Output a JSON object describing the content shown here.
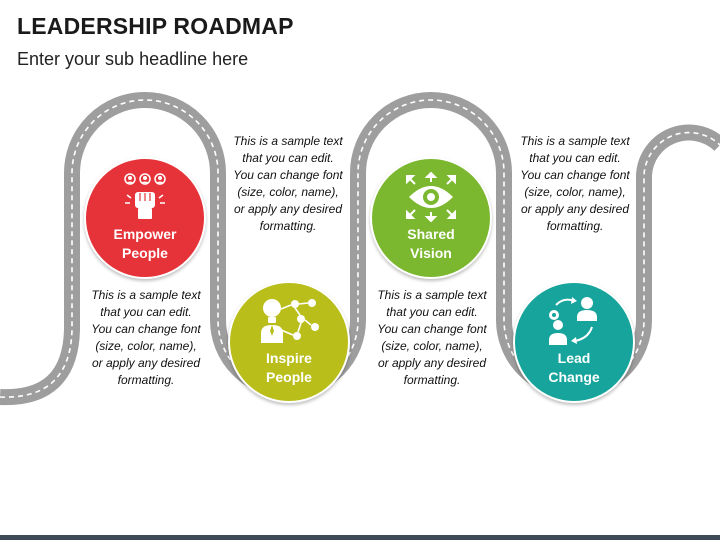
{
  "header": {
    "title": "LEADERSHIP ROADMAP",
    "subtitle": "Enter your sub headline here"
  },
  "steps": [
    {
      "label_line1": "Empower",
      "label_line2": "People",
      "color": "#e63339",
      "icon": "raised-fist-team-icon",
      "description": "This is a sample text that you can edit. You can change font (size, color, name), or apply any desired formatting."
    },
    {
      "label_line1": "Inspire",
      "label_line2": "People",
      "color": "#b9be1a",
      "icon": "lightbulb-network-icon",
      "description": "This is a sample text that you can edit. You can change font (size, color, name), or apply any desired formatting."
    },
    {
      "label_line1": "Shared",
      "label_line2": "Vision",
      "color": "#7bb72f",
      "icon": "eye-arrows-icon",
      "description": "This is a sample text that you can edit. You can change font (size, color, name), or apply any desired formatting."
    },
    {
      "label_line1": "Lead",
      "label_line2": "Change",
      "color": "#16a49c",
      "icon": "person-swap-icon",
      "description": "This is a sample text that you can edit. You can change font (size, color, name), or apply any desired formatting."
    }
  ],
  "road": {
    "edge_color": "#9e9e9e",
    "lane_color": "#ffffff"
  }
}
